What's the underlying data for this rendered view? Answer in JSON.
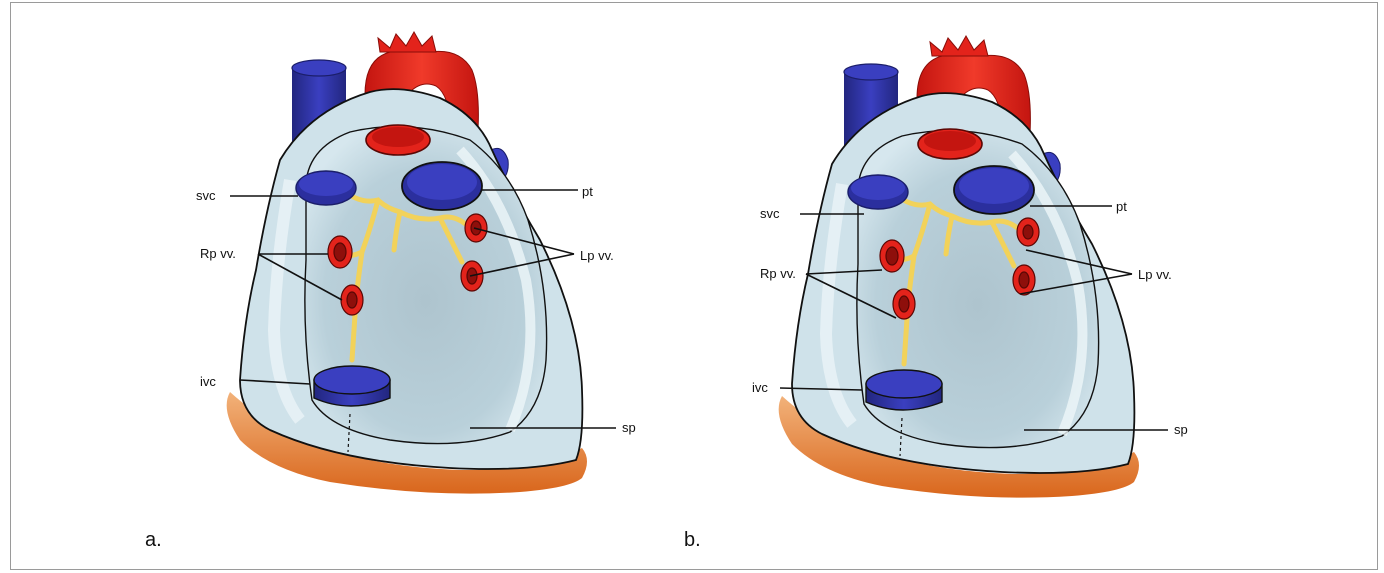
{
  "panels": [
    {
      "panel_label": "a.",
      "labels": {
        "svc": "svc",
        "pt": "pt",
        "rpvv": "Rp vv.",
        "lpvv": "Lp vv.",
        "ivc": "ivc",
        "sp": "sp"
      }
    },
    {
      "panel_label": "b.",
      "labels": {
        "svc": "svc",
        "pt": "pt",
        "rpvv": "Rp vv.",
        "lpvv": "Lp vv.",
        "ivc": "ivc",
        "sp": "sp"
      }
    }
  ],
  "colors": {
    "artery_red": "#e3231b",
    "vein_blue": "#2b2f9e",
    "pericardium": "#bcd5df",
    "sac_inner": "#a9c1cb",
    "fat_orange": "#e07a2c",
    "sinus_yellow": "#f2d25a"
  }
}
